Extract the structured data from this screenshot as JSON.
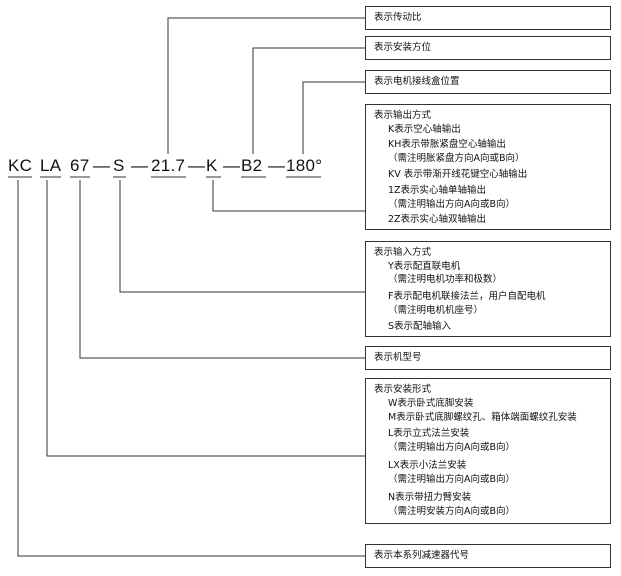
{
  "model_code": {
    "kc": "KC",
    "la": "LA",
    "size": "67",
    "s": "S",
    "ratio": "21.7",
    "k": "K",
    "b2": "B2",
    "angle": "180°",
    "separator": "—"
  },
  "boxes": {
    "ratio": {
      "title": "表示传动比"
    },
    "mount_position": {
      "title": "表示安装方位"
    },
    "junction_box": {
      "title": "表示电机接线盒位置"
    },
    "output": {
      "title": "表示输出方式",
      "lines": [
        "K表示空心轴输出",
        "KH表示带胀紧盘空心轴输出",
        "（需注明胀紧盘方向A向或B向）",
        "KV 表示带渐开线花键空心轴输出",
        "1Z表示实心轴单轴输出",
        "（需注明输出方向A向或B向）",
        "2Z表示实心轴双轴输出"
      ]
    },
    "input": {
      "title": "表示输入方式",
      "lines": [
        "Y表示配直联电机",
        "（需注明电机功率和极数）",
        "F表示配电机联接法兰，用户自配电机",
        "（需注明电机机座号）",
        "S表示配轴输入"
      ]
    },
    "frame": {
      "title": "表示机型号"
    },
    "install": {
      "title": "表示安装形式",
      "lines": [
        "W表示卧式底脚安装",
        "M表示卧式底脚螺纹孔、箱体端面螺纹孔安装",
        "L表示立式法兰安装",
        "（需注明输出方向A向或B向）",
        "LX表示小法兰安装",
        "（需注明输出方向A向或B向）",
        "N表示带扭力臂安装",
        "（需注明安装方向A向或B向）"
      ]
    },
    "series": {
      "title": "表示本系列减速器代号"
    }
  }
}
